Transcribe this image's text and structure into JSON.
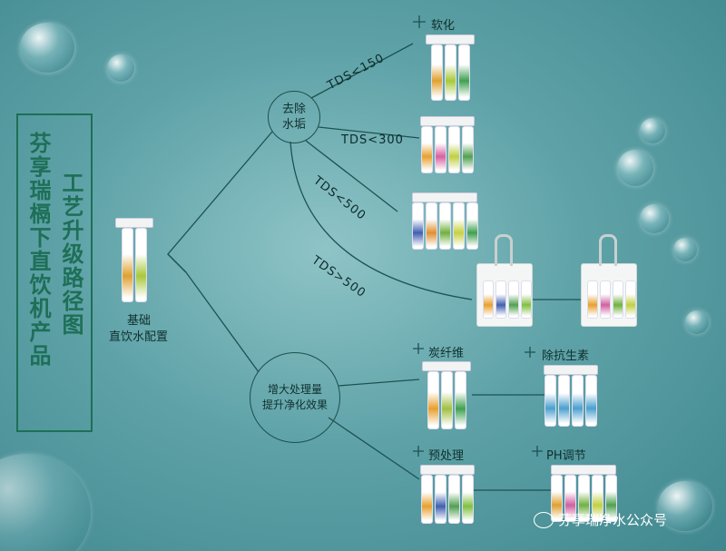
{
  "title": {
    "main": "芬享瑞槅下直饮机产品",
    "sub": "工艺升级路径图"
  },
  "base": {
    "label1": "基础",
    "label2": "直饮水配置",
    "carts": [
      "#e0a030",
      "#a8c83a"
    ]
  },
  "scale_node": {
    "line1": "去除",
    "line2": "水垢"
  },
  "capacity_node": {
    "line1": "增大处理量",
    "line2": "提升净化效果"
  },
  "tds": {
    "t150": "TDS<150",
    "t300": "TDS<300",
    "t500": "TDS<500",
    "tgt500": "TDS>500"
  },
  "labels": {
    "soften": "软化",
    "carbon": "炭纤维",
    "antibiotic": "除抗生素",
    "pretreat": "预处理",
    "ph": "PH调节"
  },
  "products": {
    "soften": [
      "#e0a030",
      "#a8c83a",
      "#3fa050"
    ],
    "tds300": [
      "#e8a030",
      "#d860a0",
      "#c0d040",
      "#50a050"
    ],
    "tds500": [
      "#4060b0",
      "#e09030",
      "#70b040",
      "#c8d040",
      "#40a050"
    ],
    "carbon": [
      "#e8a030",
      "#a0c040",
      "#40a050"
    ],
    "antibiotic": [
      "#4aa0d0",
      "#4aa0d0",
      "#4aa0d0",
      "#4aa0d0"
    ],
    "pretreat": [
      "#e8a030",
      "#4060b0",
      "#50a050",
      "#80c040"
    ],
    "ph": [
      "#e0a030",
      "#d060a0",
      "#70b040",
      "#c0d040",
      "#50a050"
    ],
    "machine1": [
      "#e8a030",
      "#4060b0",
      "#50a050",
      "#80c040"
    ],
    "machine2": [
      "#e8a030",
      "#d060a0",
      "#70b040",
      "#c0d040"
    ]
  },
  "watermark": "芬享瑞净水公众号"
}
